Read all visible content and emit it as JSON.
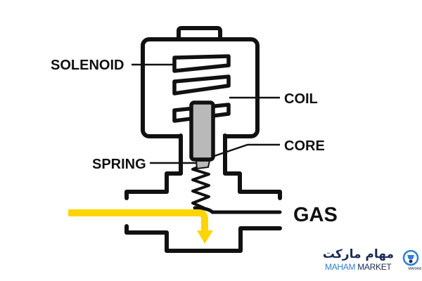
{
  "diagram": {
    "title": "Gas solenoid valve",
    "labels": {
      "solenoid": "SOLENOID",
      "coil": "COIL",
      "core": "CORE",
      "spring": "SPRING",
      "gas": "GAS"
    },
    "colors": {
      "outline": "#111111",
      "core_fill": "#b9b9b9",
      "flow_arrow": "#ffd500",
      "background": "#ffffff"
    }
  },
  "watermark": {
    "persian_text": "مهام مارکت",
    "brand_part1": "MAHAM",
    "brand_part2": "MARKET",
    "small_text": "MAHAM",
    "colors": {
      "primary": "#1b2a55",
      "accent": "#2f7fd0"
    }
  }
}
